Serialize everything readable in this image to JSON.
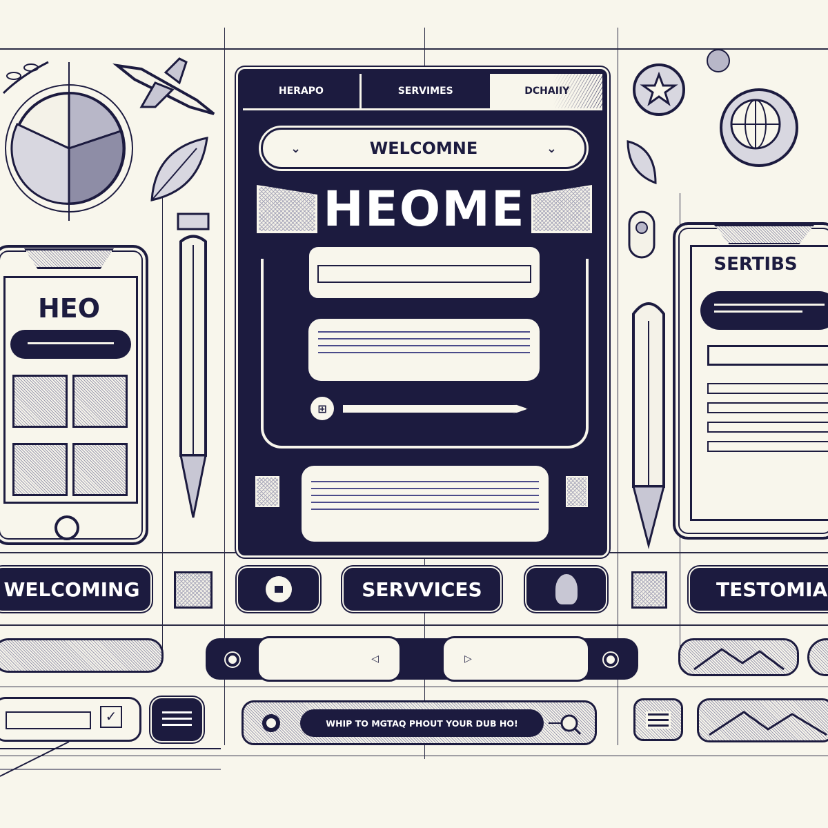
{
  "main_panel": {
    "tabs": [
      {
        "label": "HERAPO",
        "active": false
      },
      {
        "label": "SERVIMES",
        "active": false
      },
      {
        "label": "DCHAIIY",
        "active": true
      }
    ],
    "welcome_select": {
      "label": "WELCOMNE"
    },
    "hero_title": "HEOME",
    "slider_handle_label": "⊞"
  },
  "left_phone": {
    "title": "HEO"
  },
  "right_tablet": {
    "title": "SERTIBS"
  },
  "button_row": {
    "welcoming": "WELCOMING",
    "services": "SERVVICES",
    "testimonial": "TESTOMIAL"
  },
  "search_bar": {
    "text": "WHIP TO MGTAQ PHOUT YOUR DUB HO!"
  },
  "colors": {
    "navy": "#1c1b3f",
    "background": "#f8f6ec",
    "accent_line": "#4a4a8a"
  }
}
